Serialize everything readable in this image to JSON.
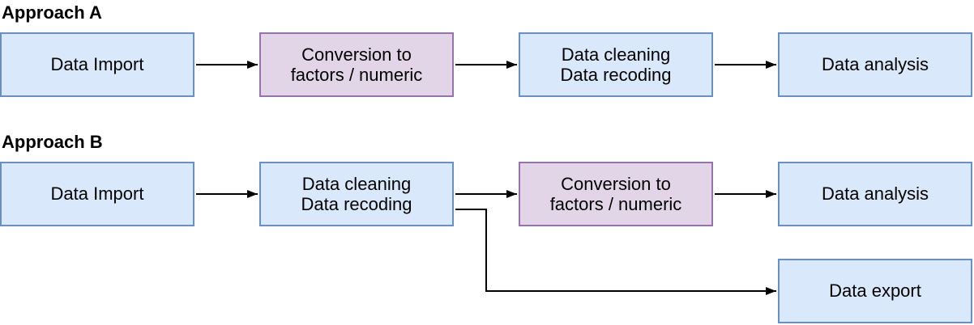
{
  "colors": {
    "background": "#ffffff",
    "text": "#000000",
    "arrow": "#000000",
    "node_blue_fill": "#dae8fc",
    "node_blue_stroke": "#6c8ebf",
    "node_purple_fill": "#e1d5e7",
    "node_purple_stroke": "#9673a6"
  },
  "approach_a": {
    "title": "Approach A",
    "nodes": [
      {
        "label": "Data Import",
        "type": "blue"
      },
      {
        "label": "Conversion to\nfactors / numeric",
        "type": "purple"
      },
      {
        "label": "Data cleaning\nData recoding",
        "type": "blue"
      },
      {
        "label": "Data analysis",
        "type": "blue"
      }
    ],
    "edges": [
      {
        "from": "Data Import",
        "to": "Conversion to factors / numeric"
      },
      {
        "from": "Conversion to factors / numeric",
        "to": "Data cleaning / Data recoding"
      },
      {
        "from": "Data cleaning / Data recoding",
        "to": "Data analysis"
      }
    ]
  },
  "approach_b": {
    "title": "Approach B",
    "nodes": [
      {
        "label": "Data Import",
        "type": "blue"
      },
      {
        "label": "Data cleaning\nData recoding",
        "type": "blue"
      },
      {
        "label": "Conversion to\nfactors / numeric",
        "type": "purple"
      },
      {
        "label": "Data analysis",
        "type": "blue"
      },
      {
        "label": "Data export",
        "type": "blue"
      }
    ],
    "edges": [
      {
        "from": "Data Import",
        "to": "Data cleaning / Data recoding"
      },
      {
        "from": "Data cleaning / Data recoding",
        "to": "Conversion to factors / numeric"
      },
      {
        "from": "Conversion to factors / numeric",
        "to": "Data analysis"
      },
      {
        "from": "Data cleaning / Data recoding",
        "to": "Data export"
      }
    ]
  }
}
